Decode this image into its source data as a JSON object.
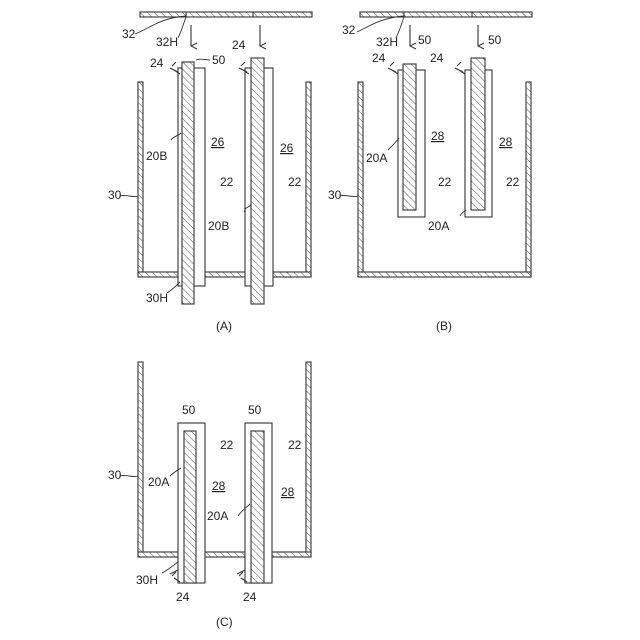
{
  "panels": [
    {
      "caption": "(A)",
      "labels": {
        "plate": "32",
        "plate_hole": "32H",
        "valve_left": "24",
        "valve_right": "24",
        "top_left": "50",
        "member_left": "26",
        "member_right": "26",
        "holder_left": "20B",
        "holder_right": "20B",
        "sleeve_left": "22",
        "sleeve_right": "22",
        "tank": "30",
        "tank_hole": "30H"
      }
    },
    {
      "caption": "(B)",
      "labels": {
        "plate": "32",
        "plate_hole": "32H",
        "valve_left": "24",
        "valve_right": "24",
        "top_left": "50",
        "top_right": "50",
        "member_left": "28",
        "member_right": "28",
        "holder_left": "20A",
        "holder_right": "20A",
        "sleeve_left": "22",
        "sleeve_right": "22",
        "tank": "30"
      }
    },
    {
      "caption": "(C)",
      "labels": {
        "top_left": "50",
        "top_right": "50",
        "sleeve_left": "22",
        "sleeve_right": "22",
        "tank": "30",
        "holder_left": "20A",
        "holder_right": "20A",
        "member_left": "28",
        "member_right": "28",
        "tank_hole": "30H",
        "valve_left": "24",
        "valve_right": "24"
      }
    }
  ]
}
